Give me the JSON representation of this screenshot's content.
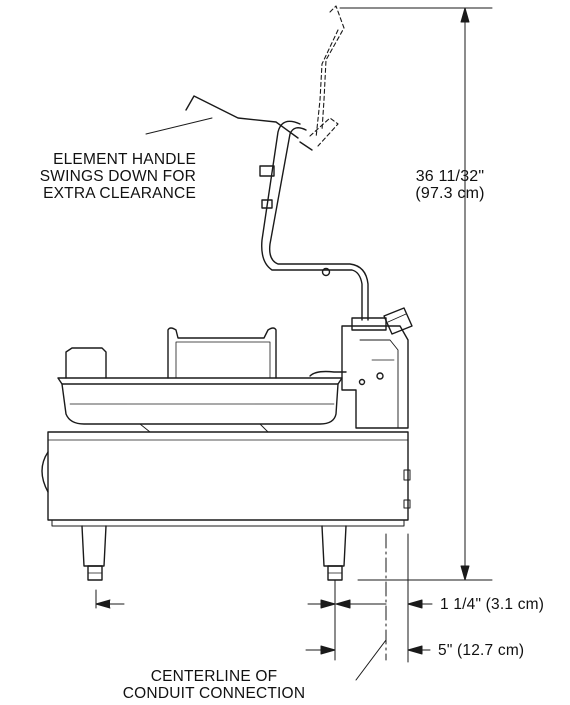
{
  "labels": {
    "handle_note": [
      "ELEMENT HANDLE",
      "SWINGS DOWN FOR",
      "EXTRA CLEARANCE"
    ],
    "height_imperial": "36 11/32\"",
    "height_metric": "(97.3 cm)",
    "conduit_offset": "1 1/4\" (3.1 cm)",
    "leg_offset": "5\" (12.7 cm)",
    "centerline_note": [
      "CENTERLINE OF",
      "CONDUIT CONNECTION"
    ]
  },
  "colors": {
    "line": "#1a1a1a",
    "background": "#ffffff"
  }
}
